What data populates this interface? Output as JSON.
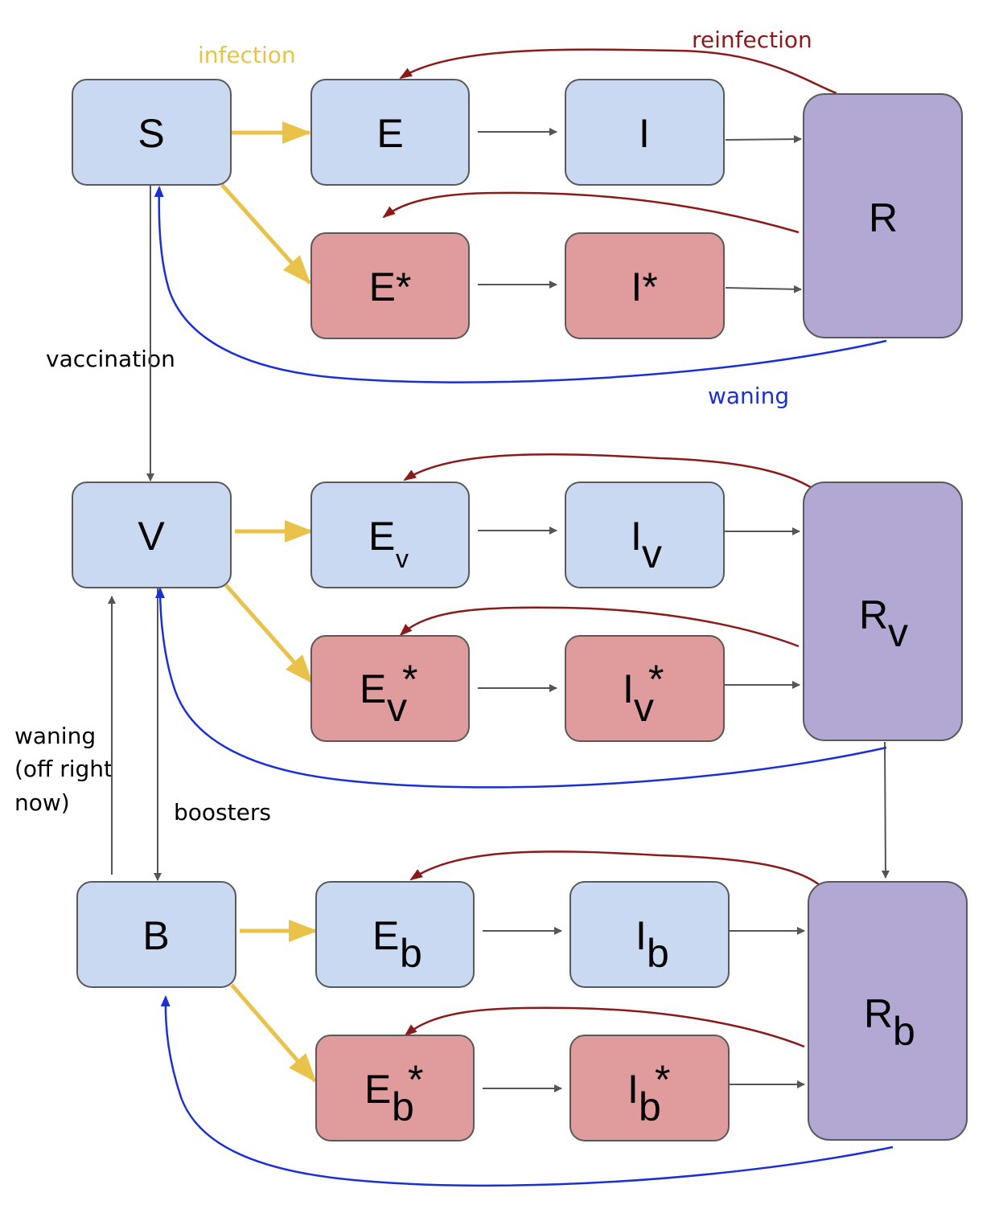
{
  "labels": {
    "infection": "infection",
    "reinfection": "reinfection",
    "waning_top": "waning",
    "vaccination": "vaccination",
    "waning_left_1": "waning",
    "waning_left_2": "(off right",
    "waning_left_3": "now)",
    "boosters": "boosters"
  },
  "nodes": {
    "S": {
      "main": "S"
    },
    "E": {
      "main": "E"
    },
    "I": {
      "main": "I"
    },
    "R": {
      "main": "R"
    },
    "Es": {
      "main": "E*"
    },
    "Is": {
      "main": "I*"
    },
    "V": {
      "main": "V"
    },
    "Ev": {
      "main": "E",
      "sub": "v"
    },
    "Iv": {
      "main": "I",
      "sub": "v"
    },
    "Rv": {
      "main": "R",
      "sub": "v"
    },
    "Evs": {
      "main": "E",
      "sub": "v",
      "sup": "*"
    },
    "Ivs": {
      "main": "I",
      "sub": "v",
      "sup": "*"
    },
    "B": {
      "main": "B"
    },
    "Eb": {
      "main": "E",
      "sub": "b"
    },
    "Ib": {
      "main": "I",
      "sub": "b"
    },
    "Rb": {
      "main": "R",
      "sub": "b"
    },
    "Ebs": {
      "main": "E",
      "sub": "b",
      "sup": "*"
    },
    "Ibs": {
      "main": "I",
      "sub": "b",
      "sup": "*"
    }
  },
  "colors": {
    "blue_box": "#c9d9f2",
    "red_box": "#e09c9c",
    "purple_box": "#b3a7d3",
    "infection_arrow": "#e9c24a",
    "reinfection_arrow": "#8b1a1a",
    "waning_arrow": "#1a2fd6",
    "flow_arrow": "#555555"
  }
}
